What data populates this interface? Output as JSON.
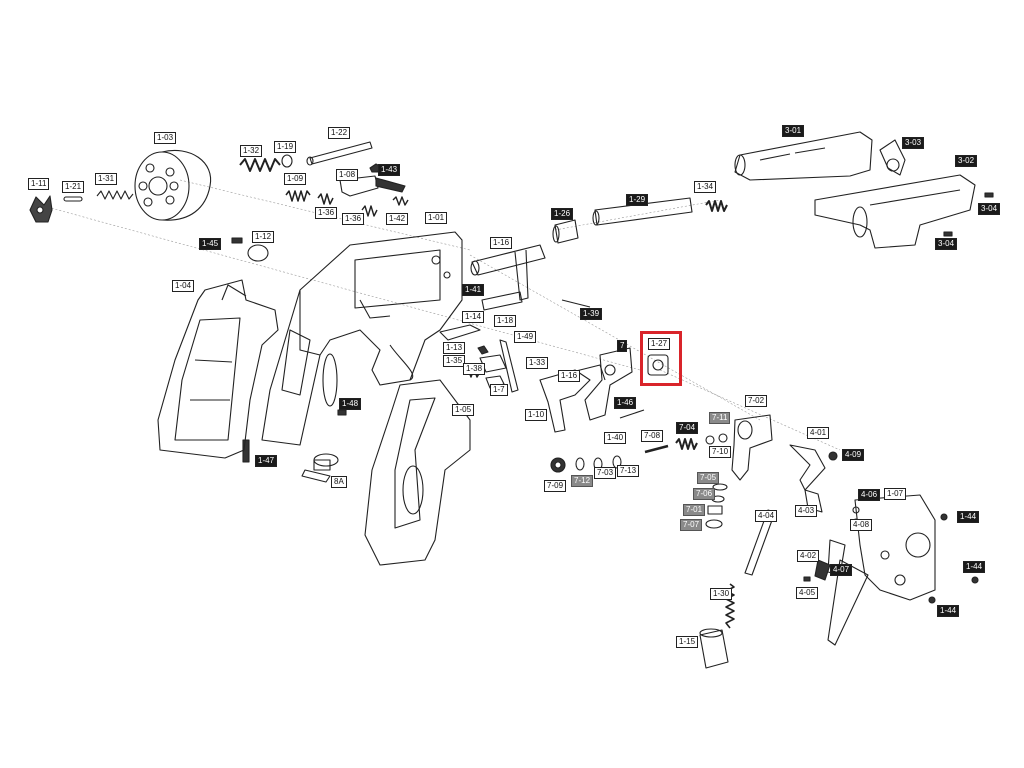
{
  "highlight_color": "#d9242a",
  "highlighted_part": "1-27",
  "labels": [
    {
      "id": "1-03",
      "style": "light"
    },
    {
      "id": "1-32",
      "style": "light"
    },
    {
      "id": "1-19",
      "style": "light"
    },
    {
      "id": "1-22",
      "style": "light"
    },
    {
      "id": "1-11",
      "style": "light"
    },
    {
      "id": "1-21",
      "style": "light"
    },
    {
      "id": "1-31",
      "style": "light"
    },
    {
      "id": "1-09",
      "style": "light"
    },
    {
      "id": "1-08",
      "style": "light"
    },
    {
      "id": "1-43",
      "style": "dark"
    },
    {
      "id": "1-36",
      "style": "light"
    },
    {
      "id": "1-36",
      "style": "light"
    },
    {
      "id": "1-42",
      "style": "light"
    },
    {
      "id": "1-01",
      "style": "light"
    },
    {
      "id": "1-45",
      "style": "dark"
    },
    {
      "id": "1-12",
      "style": "light"
    },
    {
      "id": "1-04",
      "style": "light"
    },
    {
      "id": "1-16",
      "style": "light"
    },
    {
      "id": "1-26",
      "style": "dark"
    },
    {
      "id": "1-29",
      "style": "dark"
    },
    {
      "id": "1-34",
      "style": "light"
    },
    {
      "id": "1-41",
      "style": "dark"
    },
    {
      "id": "1-39",
      "style": "dark"
    },
    {
      "id": "1-14",
      "style": "light"
    },
    {
      "id": "1-18",
      "style": "light"
    },
    {
      "id": "1-49",
      "style": "light"
    },
    {
      "id": "1-13",
      "style": "light"
    },
    {
      "id": "1-35",
      "style": "light"
    },
    {
      "id": "1-38",
      "style": "light"
    },
    {
      "id": "1-33",
      "style": "light"
    },
    {
      "id": "1-7",
      "style": "light"
    },
    {
      "id": "1-16",
      "style": "light"
    },
    {
      "id": "1-10",
      "style": "light"
    },
    {
      "id": "7",
      "style": "dark"
    },
    {
      "id": "1-27",
      "style": "light"
    },
    {
      "id": "1-46",
      "style": "dark"
    },
    {
      "id": "1-40",
      "style": "light"
    },
    {
      "id": "1-48",
      "style": "dark"
    },
    {
      "id": "1-05",
      "style": "light"
    },
    {
      "id": "1-47",
      "style": "dark"
    },
    {
      "id": "8A",
      "style": "light"
    },
    {
      "id": "7-02",
      "style": "light"
    },
    {
      "id": "7-04",
      "style": "dark"
    },
    {
      "id": "7-11",
      "style": "gray"
    },
    {
      "id": "7-10",
      "style": "light"
    },
    {
      "id": "7-08",
      "style": "light"
    },
    {
      "id": "7-09",
      "style": "light"
    },
    {
      "id": "7-12",
      "style": "gray"
    },
    {
      "id": "7-03",
      "style": "light"
    },
    {
      "id": "7-13",
      "style": "light"
    },
    {
      "id": "7-05",
      "style": "gray"
    },
    {
      "id": "7-06",
      "style": "gray"
    },
    {
      "id": "7-01",
      "style": "gray"
    },
    {
      "id": "7-07",
      "style": "gray"
    },
    {
      "id": "4-01",
      "style": "light"
    },
    {
      "id": "4-09",
      "style": "dark"
    },
    {
      "id": "4-06",
      "style": "dark"
    },
    {
      "id": "1-07",
      "style": "light"
    },
    {
      "id": "4-04",
      "style": "light"
    },
    {
      "id": "4-03",
      "style": "light"
    },
    {
      "id": "4-08",
      "style": "light"
    },
    {
      "id": "1-44",
      "style": "dark"
    },
    {
      "id": "4-02",
      "style": "light"
    },
    {
      "id": "4-07",
      "style": "dark"
    },
    {
      "id": "1-44",
      "style": "dark"
    },
    {
      "id": "4-05",
      "style": "light"
    },
    {
      "id": "1-44",
      "style": "dark"
    },
    {
      "id": "1-30",
      "style": "light"
    },
    {
      "id": "1-15",
      "style": "light"
    },
    {
      "id": "3-01",
      "style": "dark"
    },
    {
      "id": "3-03",
      "style": "dark"
    },
    {
      "id": "3-02",
      "style": "dark"
    },
    {
      "id": "3-04",
      "style": "dark"
    },
    {
      "id": "3-04",
      "style": "dark"
    }
  ]
}
